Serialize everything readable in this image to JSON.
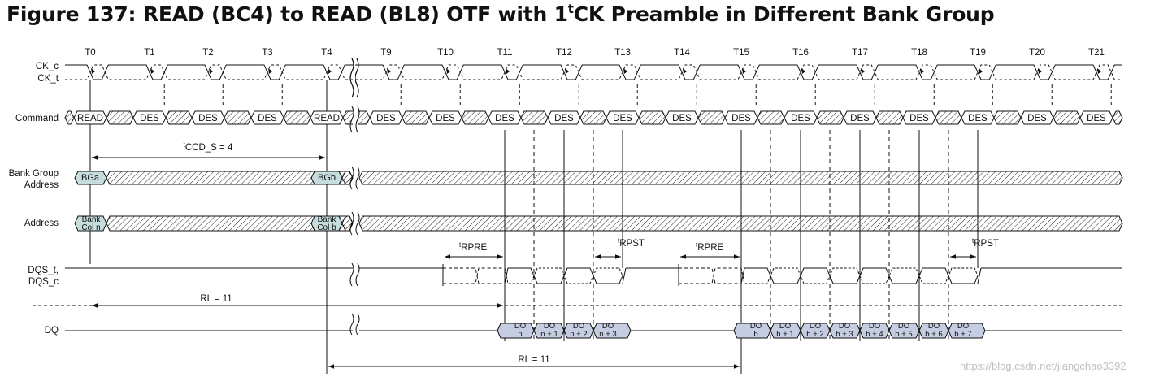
{
  "title": {
    "prefix": "Figure 137: READ (BC4) to READ (BL8) OTF with 1",
    "sup": "t",
    "suffix": "CK Preamble in Different Bank Group"
  },
  "clock_labels": [
    "T0",
    "T1",
    "T2",
    "T3",
    "T4",
    "T9",
    "T10",
    "T11",
    "T12",
    "T13",
    "T14",
    "T15",
    "T16",
    "T17",
    "T18",
    "T19",
    "T20",
    "T21"
  ],
  "signals": {
    "ck_c": "CK_c",
    "ck_t": "CK_t",
    "command": "Command",
    "bank_group_1": "Bank Group",
    "bank_group_2": "Address",
    "address": "Address",
    "dqs_t": "DQS_t,",
    "dqs_c": "DQS_c",
    "dq": "DQ"
  },
  "commands": [
    "READ",
    "DES",
    "DES",
    "DES",
    "READ",
    "DES",
    "DES",
    "DES",
    "DES",
    "DES",
    "DES",
    "DES",
    "DES",
    "DES",
    "DES",
    "DES",
    "DES",
    "DES"
  ],
  "bank_group_values": [
    "BGa",
    "BGb"
  ],
  "address_values": [
    [
      "Bank",
      "Col n"
    ],
    [
      "Bank",
      "Col b"
    ]
  ],
  "timing": {
    "tccd": {
      "sup": "t",
      "text": "CCD_S = 4"
    },
    "trpre": {
      "sup": "t",
      "text": "RPRE"
    },
    "trpst": {
      "sup": "t",
      "text": "RPST"
    },
    "rl_1": "RL = 11",
    "rl_2": "RL = 11"
  },
  "dq_burst_1": [
    [
      "DO",
      "n"
    ],
    [
      "DO",
      "n + 1"
    ],
    [
      "DO",
      "n + 2"
    ],
    [
      "DO",
      "n + 3"
    ]
  ],
  "dq_burst_2": [
    [
      "DO",
      "b"
    ],
    [
      "DO",
      "b + 1"
    ],
    [
      "DO",
      "b + 2"
    ],
    [
      "DO",
      "b + 3"
    ],
    [
      "DO",
      "b + 4"
    ],
    [
      "DO",
      "b + 5"
    ],
    [
      "DO",
      "b + 6"
    ],
    [
      "DO",
      "b + 7"
    ]
  ],
  "colors": {
    "data_fill": "#c5dedd",
    "dq_fill": "#c5cde2",
    "line": "#111111"
  },
  "watermark": "https://blog.csdn.net/jiangchao3392"
}
